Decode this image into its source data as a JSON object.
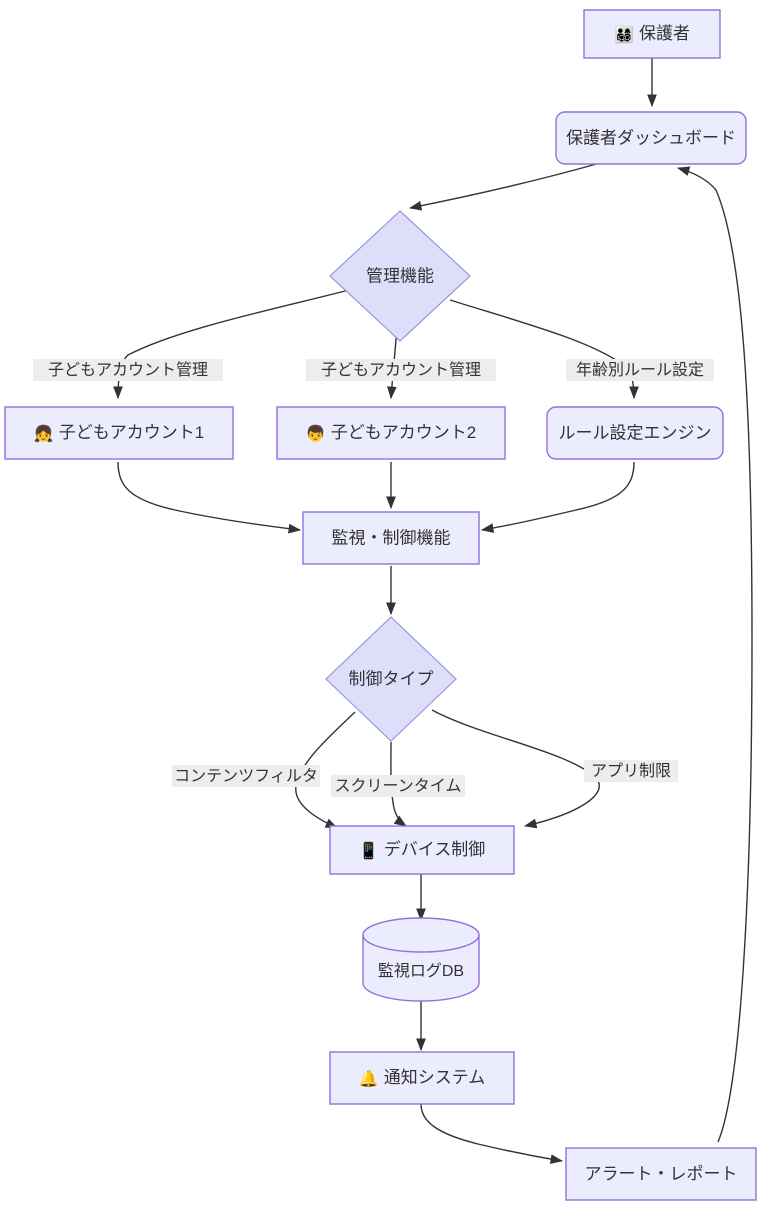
{
  "diagram": {
    "type": "flowchart",
    "direction": "top-down",
    "title": "",
    "theme": {
      "background": "#ffffff",
      "node_fill": "#ECECFF",
      "node_stroke": "#9370DB",
      "decision_fill": "#DEDEFB",
      "decision_stroke": "#9898E0",
      "edge_stroke": "#333333",
      "edge_label_bg": "#EDEDED",
      "text_color": "#333333"
    },
    "nodes": [
      {
        "id": "guardian",
        "label": "保護者",
        "icon": "👨‍👩‍👧‍👦",
        "icon_name": "family-icon",
        "shape": "rect"
      },
      {
        "id": "dashboard",
        "label": "保護者ダッシュボード",
        "icon": "",
        "icon_name": "",
        "shape": "rounded"
      },
      {
        "id": "admin_functions",
        "label": "管理機能",
        "icon": "",
        "icon_name": "",
        "shape": "diamond"
      },
      {
        "id": "child1",
        "label": "子どもアカウント1",
        "icon": "👧",
        "icon_name": "girl-icon",
        "shape": "rect"
      },
      {
        "id": "child2",
        "label": "子どもアカウント2",
        "icon": "👦",
        "icon_name": "boy-icon",
        "shape": "rect"
      },
      {
        "id": "rule_engine",
        "label": "ルール設定エンジン",
        "icon": "",
        "icon_name": "",
        "shape": "rounded"
      },
      {
        "id": "monitor_control",
        "label": "監視・制御機能",
        "icon": "",
        "icon_name": "",
        "shape": "rect"
      },
      {
        "id": "control_type",
        "label": "制御タイプ",
        "icon": "",
        "icon_name": "",
        "shape": "diamond"
      },
      {
        "id": "device_control",
        "label": "デバイス制御",
        "icon": "📱",
        "icon_name": "mobile-phone-icon",
        "shape": "rect"
      },
      {
        "id": "log_db",
        "label": "監視ログDB",
        "icon": "",
        "icon_name": "",
        "shape": "cylinder"
      },
      {
        "id": "notify_system",
        "label": "通知システム",
        "icon": "🔔",
        "icon_name": "bell-icon",
        "shape": "rect"
      },
      {
        "id": "alert_report",
        "label": "アラート・レポート",
        "icon": "",
        "icon_name": "",
        "shape": "rect"
      }
    ],
    "edges": [
      {
        "from": "guardian",
        "to": "dashboard",
        "label": ""
      },
      {
        "from": "dashboard",
        "to": "admin_functions",
        "label": ""
      },
      {
        "from": "admin_functions",
        "to": "child1",
        "label": "子どもアカウント管理"
      },
      {
        "from": "admin_functions",
        "to": "child2",
        "label": "子どもアカウント管理"
      },
      {
        "from": "admin_functions",
        "to": "rule_engine",
        "label": "年齢別ルール設定"
      },
      {
        "from": "child1",
        "to": "monitor_control",
        "label": ""
      },
      {
        "from": "child2",
        "to": "monitor_control",
        "label": ""
      },
      {
        "from": "rule_engine",
        "to": "monitor_control",
        "label": ""
      },
      {
        "from": "monitor_control",
        "to": "control_type",
        "label": ""
      },
      {
        "from": "control_type",
        "to": "device_control",
        "label": "コンテンツフィルタ"
      },
      {
        "from": "control_type",
        "to": "device_control",
        "label": "スクリーンタイム"
      },
      {
        "from": "control_type",
        "to": "device_control",
        "label": "アプリ制限"
      },
      {
        "from": "device_control",
        "to": "log_db",
        "label": ""
      },
      {
        "from": "log_db",
        "to": "notify_system",
        "label": ""
      },
      {
        "from": "notify_system",
        "to": "alert_report",
        "label": ""
      },
      {
        "from": "alert_report",
        "to": "dashboard",
        "label": ""
      }
    ]
  },
  "labels": {
    "guardian_text": "保護者",
    "guardian_icon": "👨‍👩‍👧‍👦",
    "dashboard_text": "保護者ダッシュボード",
    "admin_functions_text": "管理機能",
    "edge_child_mgmt_1": "子どもアカウント管理",
    "edge_child_mgmt_2": "子どもアカウント管理",
    "edge_age_rules": "年齢別ルール設定",
    "child1_text": "子どもアカウント1",
    "child1_icon": "👧",
    "child2_text": "子どもアカウント2",
    "child2_icon": "👦",
    "rule_engine_text": "ルール設定エンジン",
    "monitor_control_text": "監視・制御機能",
    "control_type_text": "制御タイプ",
    "edge_content_filter": "コンテンツフィルタ",
    "edge_screen_time": "スクリーンタイム",
    "edge_app_limit": "アプリ制限",
    "device_control_text": "デバイス制御",
    "device_control_icon": "📱",
    "log_db_text": "監視ログDB",
    "notify_system_text": "通知システム",
    "notify_system_icon": "🔔",
    "alert_report_text": "アラート・レポート"
  }
}
